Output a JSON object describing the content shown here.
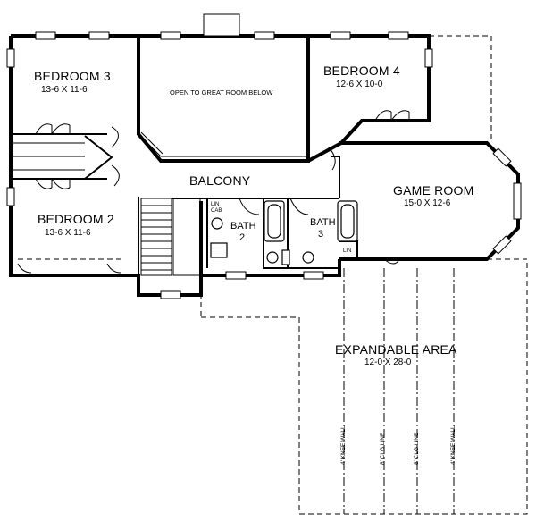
{
  "rooms": {
    "bedroom3": {
      "name": "BEDROOM 3",
      "dims": "13-6 X 11-6"
    },
    "bedroom4": {
      "name": "BEDROOM 4",
      "dims": "12-6 X 10-0"
    },
    "bedroom2": {
      "name": "BEDROOM 2",
      "dims": "13-6 X 11-6"
    },
    "game_room": {
      "name": "GAME ROOM",
      "dims": "15-0 X 12-6"
    },
    "expandable": {
      "name": "EXPANDABLE AREA",
      "dims": "12-0 X 28-0"
    },
    "open_to_great_room": "OPEN TO GREAT ROOM BELOW",
    "balcony": "BALCONY",
    "bath2": {
      "line1": "BATH",
      "line2": "2"
    },
    "bath3": {
      "line1": "BATH",
      "line2": "3"
    }
  },
  "small_labels": {
    "lin_cab_1": "LIN",
    "lin_cab_2": "CAB",
    "lin": "LIN"
  },
  "wall_notes": {
    "knee_wall_left": "4' KNEE WALL",
    "clg_line_left": "8' CLG LINE",
    "clg_line_right": "8' CLG LINE",
    "knee_wall_right": "4' KNEE WALL"
  }
}
